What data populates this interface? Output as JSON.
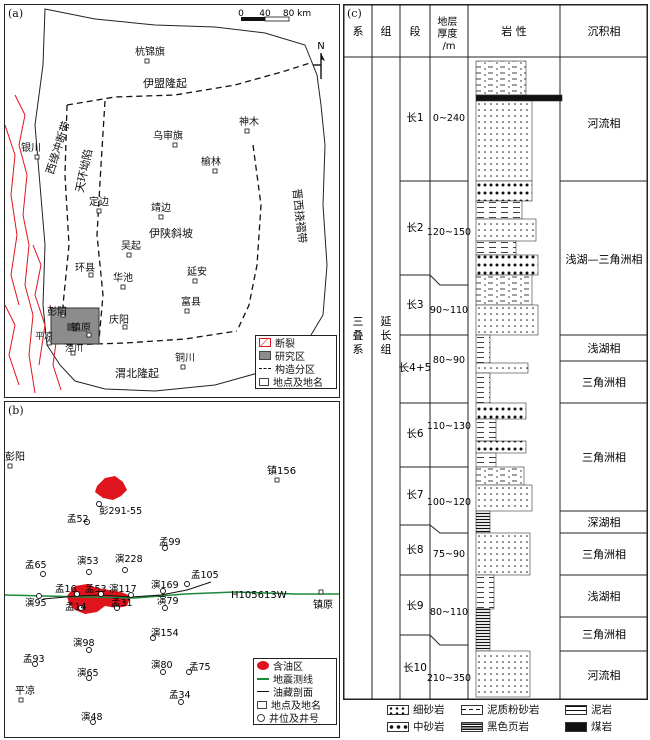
{
  "panel_a": {
    "label": "(a)",
    "scale": {
      "ticks": [
        "0",
        "40",
        "80 km"
      ]
    },
    "north": "N",
    "places": [
      "杭锦旗",
      "乌审旗",
      "神木",
      "榆林",
      "靖边",
      "定边",
      "吴起",
      "环县",
      "华池",
      "延安",
      "富县",
      "庆阳",
      "铜川",
      "银川",
      "彭阳",
      "镇原",
      "平凉",
      "泾川"
    ],
    "zones": [
      "伊盟隆起",
      "伊陕斜坡",
      "天环坳陷",
      "西缘冲断带",
      "晋西挠褶带",
      "渭北隆起"
    ],
    "legend": [
      "断裂",
      "研究区",
      "构造分区",
      "地点及地名"
    ]
  },
  "panel_b": {
    "label": "(b)",
    "places": [
      "彭阳",
      "镇156",
      "镇原",
      "平凉"
    ],
    "wells": [
      "彭291-55",
      "孟52",
      "孟99",
      "孟65",
      "演53",
      "演228",
      "孟105",
      "演95",
      "孟16",
      "孟53",
      "演117",
      "演169",
      "孟14",
      "孟31",
      "演79",
      "演154",
      "演98",
      "孟93",
      "演65",
      "演80",
      "孟75",
      "孟34",
      "演48"
    ],
    "seismic_line": "H105613W",
    "legend": [
      "含油区",
      "地震测线",
      "油藏剖面",
      "地点及地名",
      "井位及井号"
    ]
  },
  "panel_c": {
    "label": "(c)",
    "headers": [
      "系",
      "组",
      "段",
      "地层\n厚度\n/m",
      "岩 性",
      "沉积相"
    ],
    "system": "三叠系",
    "formation": "延长组",
    "members": [
      {
        "name": "长1",
        "thickness": "0~240"
      },
      {
        "name": "长2",
        "thickness": "120~150"
      },
      {
        "name": "长3",
        "thickness": "90~110"
      },
      {
        "name": "长4+5",
        "thickness": "80~90"
      },
      {
        "name": "长6",
        "thickness": "110~130"
      },
      {
        "name": "长7",
        "thickness": "100~120"
      },
      {
        "name": "长8",
        "thickness": "75~90"
      },
      {
        "name": "长9",
        "thickness": "80~110"
      },
      {
        "name": "长10",
        "thickness": "210~350"
      }
    ],
    "facies": [
      "河流相",
      "浅湖—三角洲相",
      "浅湖相",
      "三角洲相",
      "三角洲相",
      "深湖相",
      "三角洲相",
      "浅湖相",
      "三角洲相",
      "河流相"
    ],
    "legend": [
      "细砂岩",
      "泥质粉砂岩",
      "泥岩",
      "中砂岩",
      "黑色页岩",
      "煤岩"
    ]
  },
  "colors": {
    "oil": "#e0141c",
    "seismic": "#1a8a3a",
    "fault": "#e0141c",
    "study_area": "#8c8c8c"
  }
}
